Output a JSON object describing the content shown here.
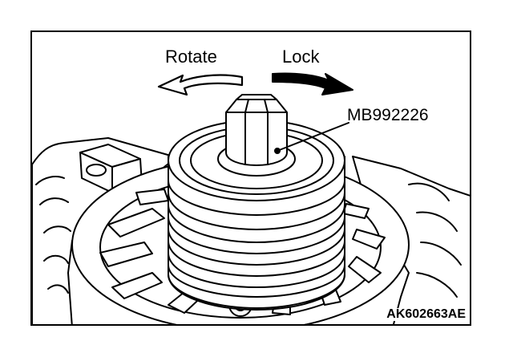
{
  "labels": {
    "rotate": "Rotate",
    "lock": "Lock",
    "tool": "MB992226",
    "figure_ref": "AK602663AE"
  },
  "colors": {
    "line": "#000000",
    "paper": "#ffffff"
  }
}
